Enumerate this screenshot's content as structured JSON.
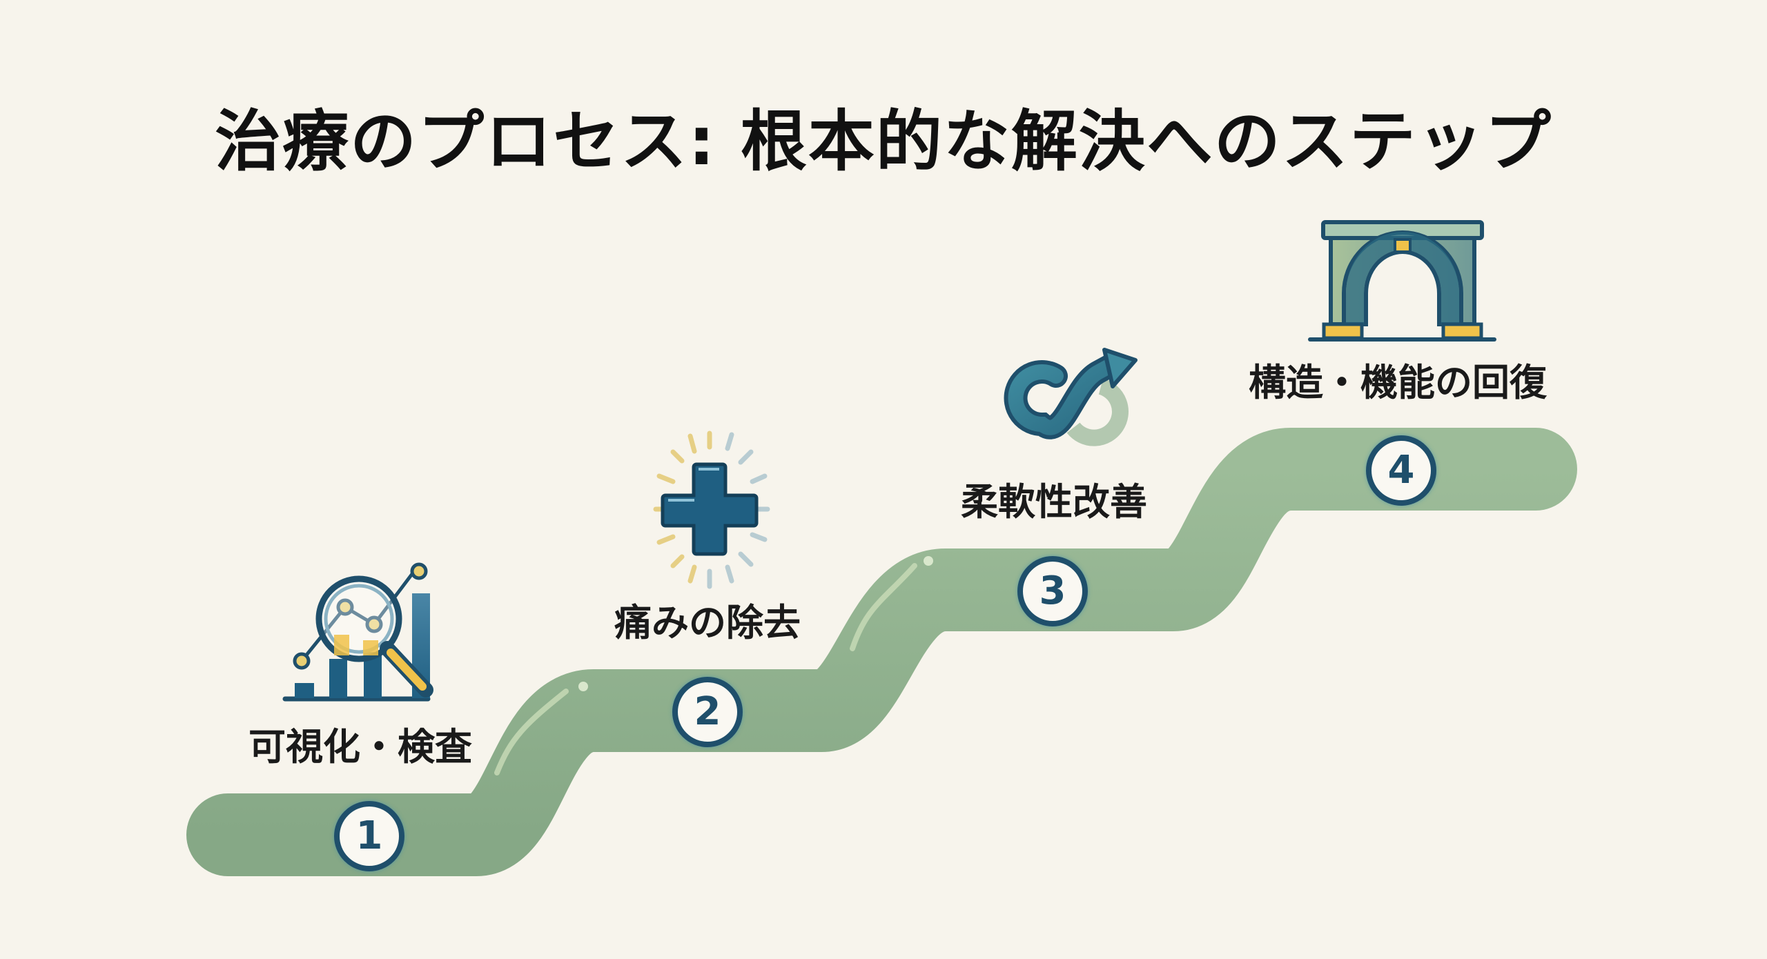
{
  "title": "治療のプロセス: 根本的な解決へのステップ",
  "colors": {
    "background": "#f7f4ec",
    "path": "#8fb08e",
    "path_highlight": "#c9dcb8",
    "circle_border": "#1f4f6b",
    "icon_blue": "#1f5f82",
    "icon_yellow": "#f0c24a"
  },
  "steps": [
    {
      "number": "1",
      "label": "可視化・検査",
      "icon": "chart-magnifier-icon"
    },
    {
      "number": "2",
      "label": "痛みの除去",
      "icon": "medical-cross-icon"
    },
    {
      "number": "3",
      "label": "柔軟性改善",
      "icon": "infinity-arrow-icon"
    },
    {
      "number": "4",
      "label": "構造・機能の回復",
      "icon": "arch-icon"
    }
  ]
}
